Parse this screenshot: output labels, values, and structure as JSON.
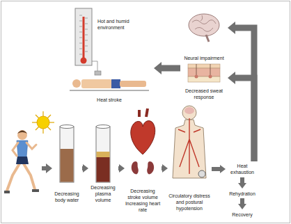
{
  "diagram": {
    "nodes": [
      {
        "text": [
          "Neural impairment"
        ]
      },
      {
        "text": [
          "Heat stroke"
        ]
      },
      {
        "text": [
          "Decreased sweat response"
        ]
      },
      {
        "text": [
          "Decreasing body water"
        ]
      },
      {
        "text": [
          "Decreasing plasma volume"
        ]
      },
      {
        "text": [
          "Decreasing stroke volume",
          "Increasing heart rate"
        ]
      },
      {
        "text": [
          "Circulatory distress and postural hypotension"
        ]
      },
      {
        "text": [
          "Heat exhaustion"
        ]
      },
      {
        "text": [
          "Rehydration"
        ]
      },
      {
        "text": [
          "Recovery"
        ]
      }
    ],
    "edges": [
      {
        "from": 3,
        "to": 4,
        "arrow": "to"
      },
      {
        "from": 4,
        "to": 5,
        "arrow": "to"
      },
      {
        "from": 5,
        "to": 6,
        "arrow": "to"
      },
      {
        "from": 6,
        "to": 7,
        "arrow": "to"
      },
      {
        "from": 7,
        "to": 8,
        "arrow": "to"
      },
      {
        "from": 8,
        "to": 9,
        "arrow": "to"
      },
      {
        "from": 7,
        "to": 0,
        "arrow": "to"
      },
      {
        "from": 7,
        "to": 2,
        "arrow": "to"
      },
      {
        "from": 2,
        "to": 1,
        "arrow": "to"
      }
    ],
    "labels": [
      "Hot and humid environment"
    ]
  }
}
